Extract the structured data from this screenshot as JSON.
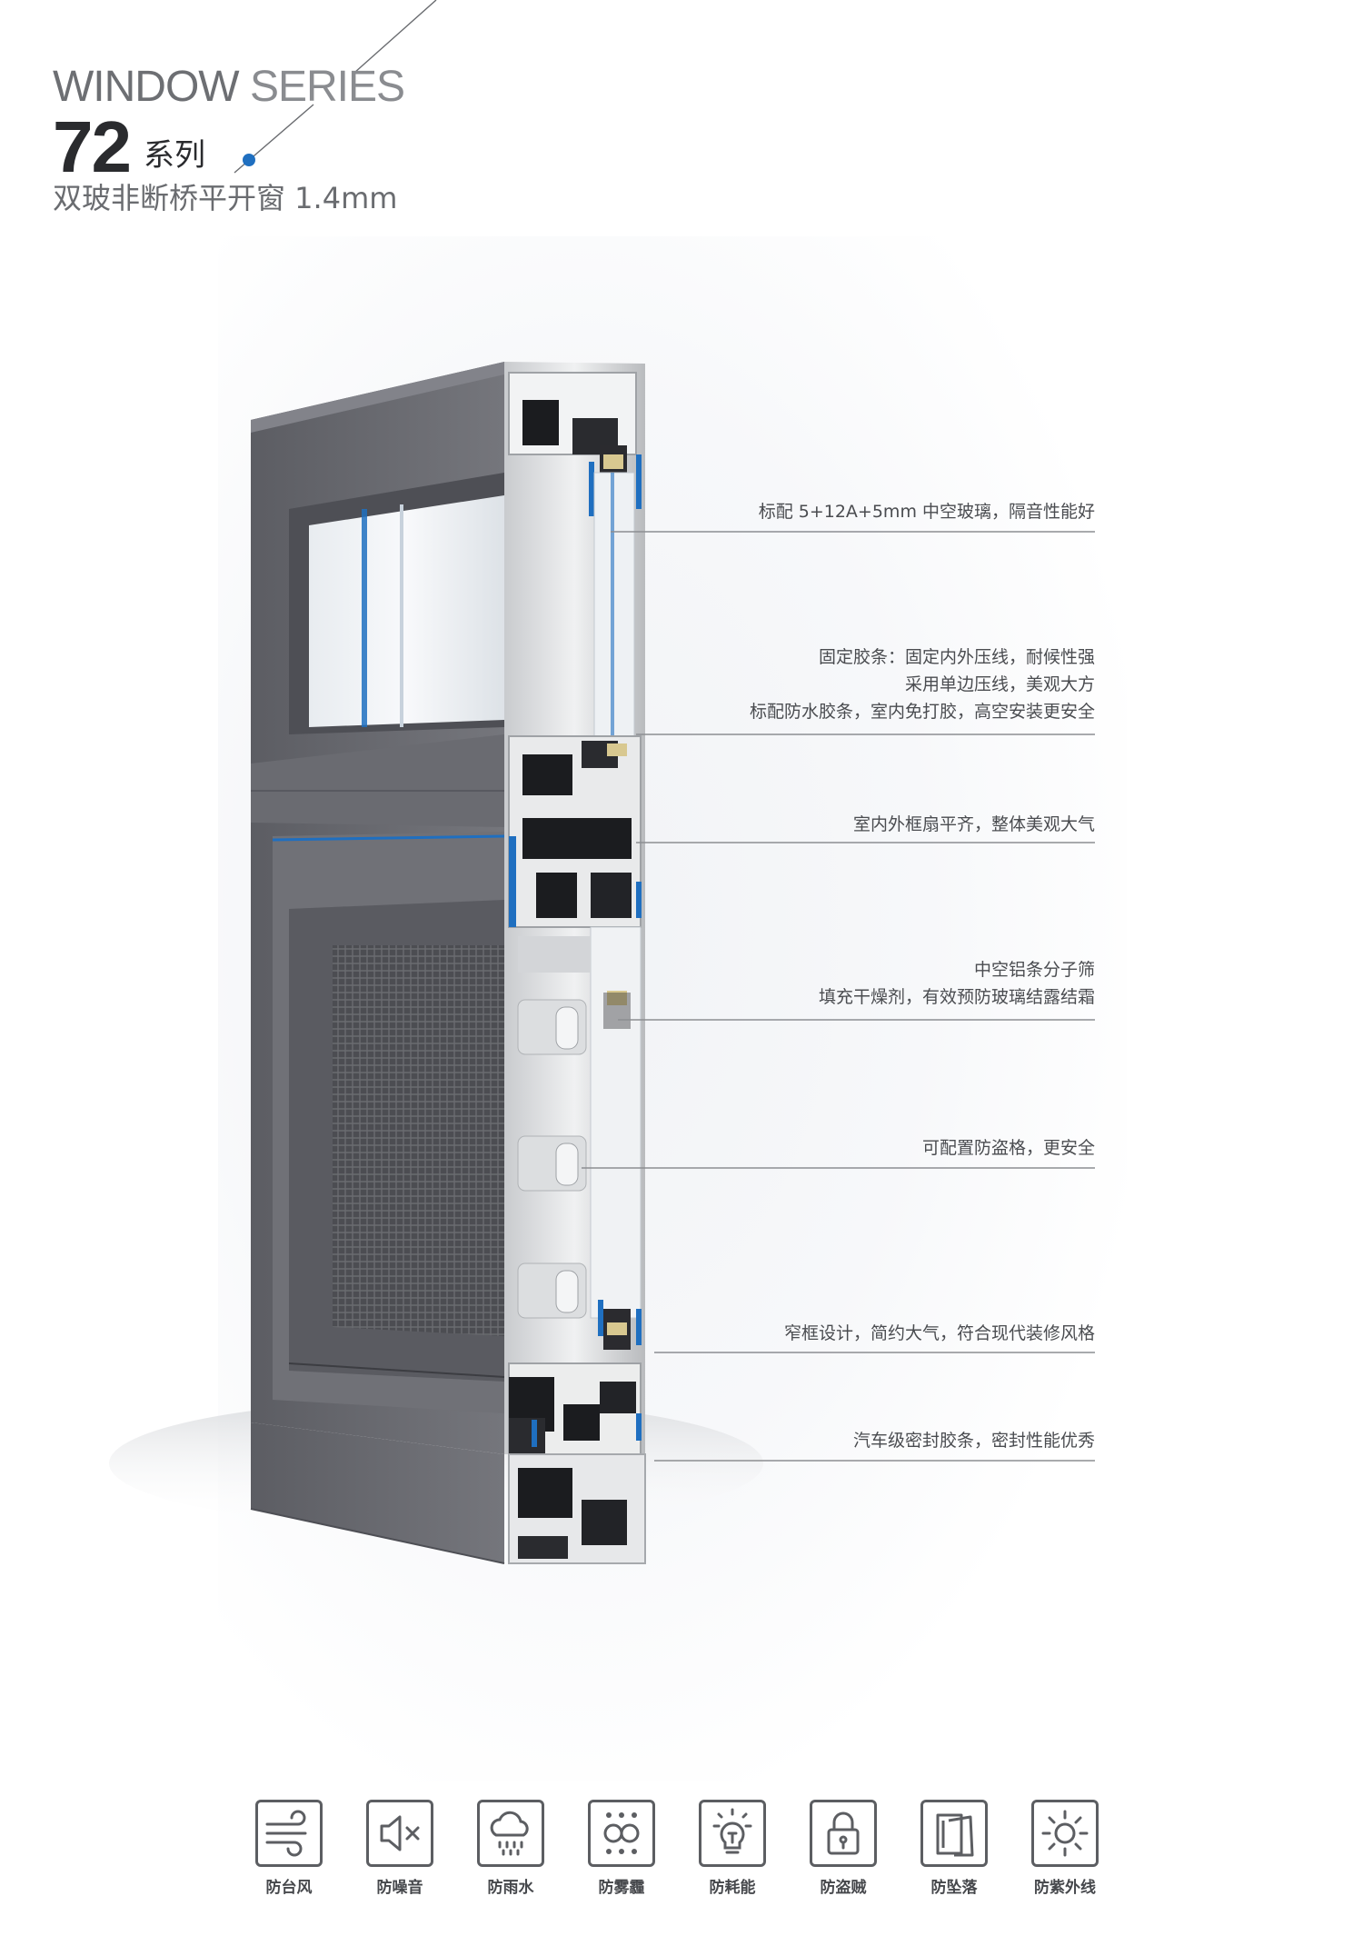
{
  "header": {
    "series_word1": "WINDOW",
    "series_word2": "SERIES",
    "series_number": "72",
    "series_label": "系列",
    "subtitle": "双玻非断桥平开窗 1.4mm"
  },
  "callouts": [
    {
      "lines": [
        "标配 5+12A+5mm 中空玻璃，隔音性能好"
      ]
    },
    {
      "lines": [
        "固定胶条：固定内外压线，耐候性强",
        "采用单边压线，美观大方",
        "标配防水胶条，室内免打胶，高空安装更安全"
      ]
    },
    {
      "lines": [
        "室内外框扇平齐，整体美观大气"
      ]
    },
    {
      "lines": [
        "中空铝条分子筛",
        "填充干燥剂，有效预防玻璃结露结霜"
      ]
    },
    {
      "lines": [
        "可配置防盗格，更安全"
      ]
    },
    {
      "lines": [
        "窄框设计，简约大气，符合现代装修风格"
      ]
    },
    {
      "lines": [
        "汽车级密封胶条，密封性能优秀"
      ]
    }
  ],
  "features": [
    {
      "label": "防台风",
      "icon": "wind-icon"
    },
    {
      "label": "防噪音",
      "icon": "speaker-mute-icon"
    },
    {
      "label": "防雨水",
      "icon": "rain-cloud-icon"
    },
    {
      "label": "防雾霾",
      "icon": "smog-icon"
    },
    {
      "label": "防耗能",
      "icon": "lightbulb-icon"
    },
    {
      "label": "防盗贼",
      "icon": "padlock-icon"
    },
    {
      "label": "防坠落",
      "icon": "falling-panel-icon"
    },
    {
      "label": "防紫外线",
      "icon": "sun-icon"
    }
  ],
  "colors": {
    "frame_gray": "#6b6c72",
    "accent_blue": "#1f6fc0",
    "text_dark": "#2a2b2e"
  }
}
